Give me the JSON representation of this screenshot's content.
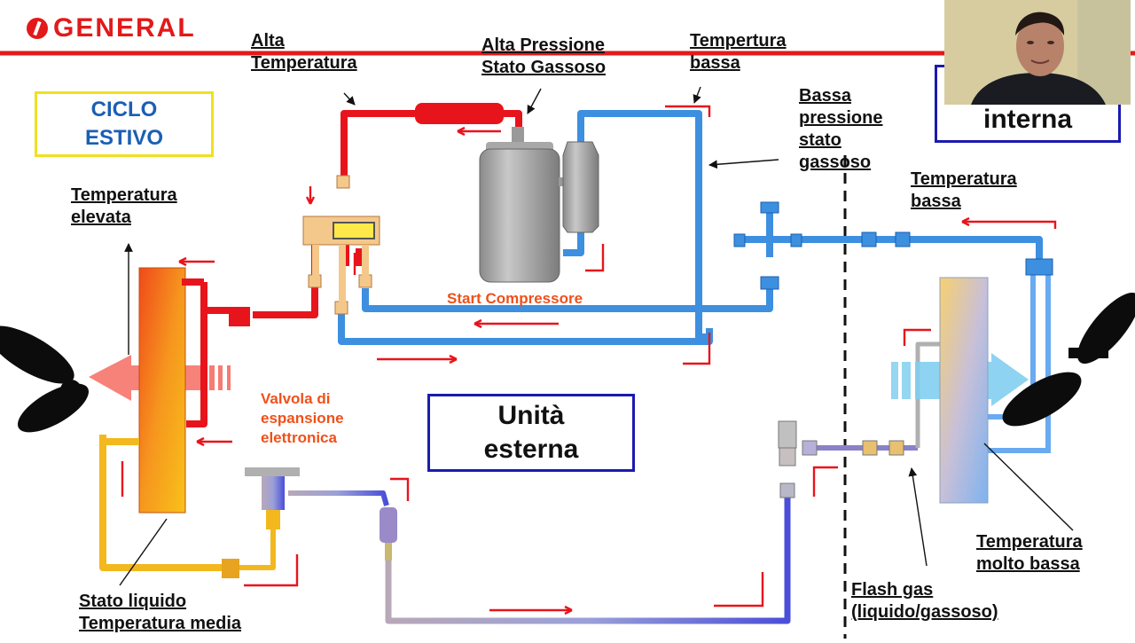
{
  "logo": {
    "text": "GENERAL"
  },
  "title_box": {
    "text": "CICLO\nESTIVO"
  },
  "inner_unit_box": {
    "text": "interna"
  },
  "outer_unit_box": {
    "text": "Unità\nesterna"
  },
  "labels": {
    "alta_temperatura": "Alta\nTemperatura",
    "alta_pressione": "Alta Pressione\nStato Gassoso",
    "tempertura_bassa": "Tempertura\nbassa",
    "bassa_pressione": "Bassa\npressione\nstato\ngassoso",
    "temperatura_elevata": "Temperatura\nelevata",
    "temperatura_bassa": "Temperatura\nbassa",
    "start_compressore": "Start Compressore",
    "valvola": "Valvola di\nespansione\nelettronica",
    "stato_liquido": "Stato liquido\nTemperatura media",
    "temperatura_molto_bassa": "Temperatura\nmolto bassa",
    "flash_gas": "Flash gas\n(liquido/gassoso)"
  },
  "colors": {
    "brand": "#e3191a",
    "hot_pipe": "#e8141c",
    "cold_pipe": "#3d8fe0",
    "liquid_pipe": "#f2b81e",
    "box_blue": "#1a1ab0",
    "box_yellow": "#f0e020",
    "accent_orange": "#f0501a"
  }
}
